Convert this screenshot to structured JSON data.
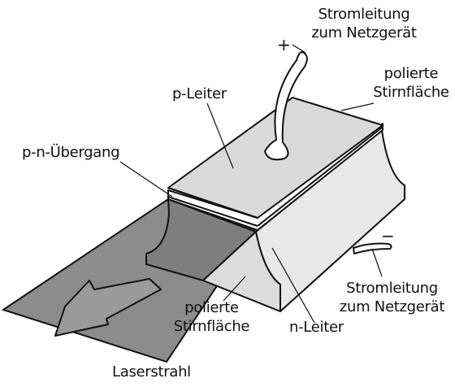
{
  "labels": {
    "power_top_line1": "Stromleitung",
    "power_top_line2": "zum Netzgerät",
    "polished_top_line1": "polierte",
    "polished_top_line2": "Stirnfläche",
    "p_conductor": "p-Leiter",
    "pn_junction": "p-n-Übergang",
    "power_bottom_line1": "Stromleitung",
    "power_bottom_line2": "zum Netzgerät",
    "polished_bottom_line1": "polierte",
    "polished_bottom_line2": "Stirnfläche",
    "n_conductor": "n-Leiter",
    "laser_beam": "Laserstrahl"
  },
  "signs": {
    "plus": "+",
    "minus": "−"
  },
  "colors": {
    "beam": "#8c8c8c",
    "top_face": "#d9d9d9",
    "side_face": "#e8e8e8",
    "outline": "#111111"
  }
}
